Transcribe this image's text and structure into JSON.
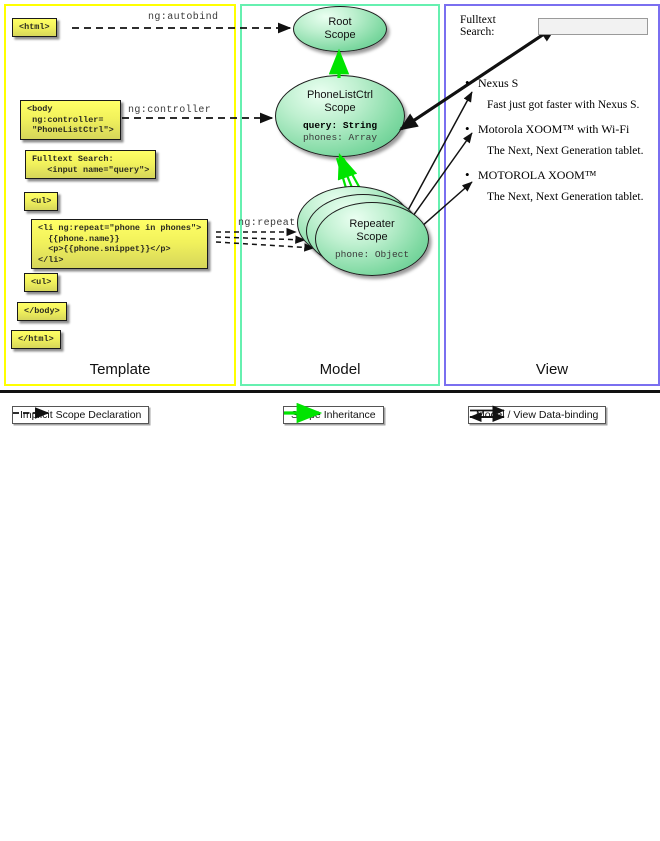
{
  "columns": [
    {
      "key": "template",
      "label": "Template",
      "border_color": "#ffff00"
    },
    {
      "key": "model",
      "label": "Model",
      "border_color": "#66f0b0"
    },
    {
      "key": "view",
      "label": "View",
      "border_color": "#7a6ff0"
    }
  ],
  "template": {
    "boxes": [
      {
        "name": "html-open-box",
        "text": "<html>"
      },
      {
        "name": "body-open-box",
        "text": "<body\n ng:controller=\n \"PhoneListCtrl\">"
      },
      {
        "name": "fulltext-search-box",
        "text": "Fulltext Search:\n   <input name=\"query\">"
      },
      {
        "name": "ul-open-box",
        "text": "<ul>"
      },
      {
        "name": "li-repeat-box",
        "text": "<li ng:repeat=\"phone in phones\">\n  {{phone.name}}\n  <p>{{phone.snippet}}</p>\n</li>"
      },
      {
        "name": "ul-close-box",
        "text": "<ul>"
      },
      {
        "name": "body-close-box",
        "text": "</body>"
      },
      {
        "name": "html-close-box",
        "text": "</html>"
      }
    ]
  },
  "model": {
    "scopes": [
      {
        "name": "root-scope",
        "title_line1": "Root",
        "title_line2": "Scope",
        "props": []
      },
      {
        "name": "phonelistctrl-scope",
        "title_line1": "PhoneListCtrl",
        "title_line2": "Scope",
        "props": [
          {
            "text": "query: String",
            "bold": true
          },
          {
            "text": "phones: Array",
            "bold": false
          }
        ]
      },
      {
        "name": "repeater-scope",
        "title_line1": "Repeater",
        "title_line2": "Scope",
        "props": [
          {
            "text": "phone: Object",
            "bold": false
          }
        ]
      }
    ]
  },
  "connectors": {
    "autobind_label": "ng:autobind",
    "controller_label": "ng:controller",
    "repeat_label": "ng:repeat"
  },
  "view": {
    "search_label": "Fulltext Search:",
    "search_value": "",
    "search_placeholder": "",
    "phones": [
      {
        "name": "Nexus S",
        "snippet": "Fast just got faster with Nexus S."
      },
      {
        "name": "Motorola XOOM™  with Wi-Fi",
        "snippet": "The Next, Next Generation tablet."
      },
      {
        "name": "MOTOROLA XOOM™",
        "snippet": "The Next, Next Generation tablet."
      }
    ]
  },
  "legend": [
    {
      "name": "legend-implicit-scope",
      "glyph": "dashed-arrow",
      "label": "Implicit Scope Declaration",
      "color": "#111111"
    },
    {
      "name": "legend-scope-inheritance",
      "glyph": "green-arrow",
      "label": "Scope Inheritance",
      "color": "#00e400"
    },
    {
      "name": "legend-data-binding",
      "glyph": "double-arrow",
      "label": "Model / View Data-binding",
      "color": "#111111"
    }
  ]
}
